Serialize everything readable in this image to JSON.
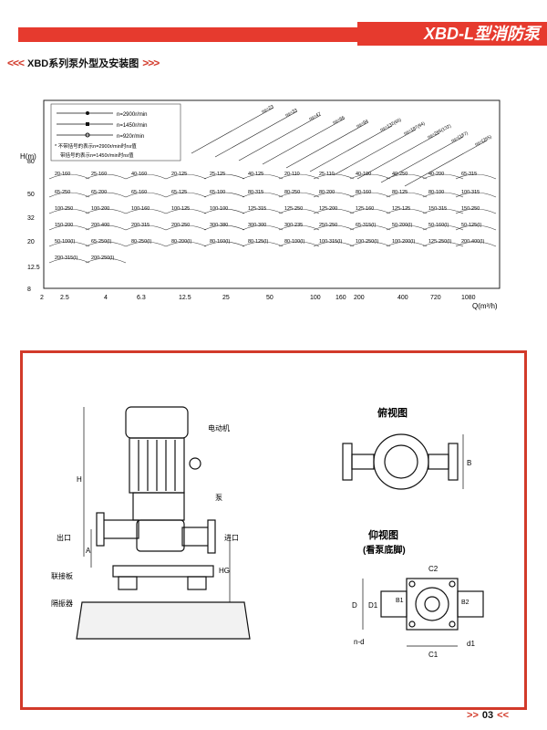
{
  "header": {
    "title": "XBD-L型消防泵"
  },
  "section": {
    "left_chevrons": "<<<",
    "title": "XBD系列泵外型及安装图",
    "right_chevrons": ">>>"
  },
  "chart_data": {
    "type": "line",
    "title": "",
    "xlabel": "Q(m³/h)",
    "ylabel": "H(m)",
    "x_ticks": [
      "2",
      "2.5",
      "4",
      "6.3",
      "12.5",
      "25",
      "50",
      "100",
      "160",
      "200",
      "400",
      "720",
      "1080"
    ],
    "y_ticks": [
      "8",
      "12.5",
      "20",
      "32",
      "50",
      "80"
    ],
    "legend": [
      {
        "name": "n=2900r/min"
      },
      {
        "name": "n=1450r/min"
      },
      {
        "name": "n=920r/min"
      }
    ],
    "notes": [
      "* 不带括号的表示n=2900r/min时ns值",
      "带括号的表示n=1450r/min时ns值"
    ],
    "ns_labels": [
      "ns=23",
      "ns=33",
      "ns=47",
      "ns=66",
      "ns=94",
      "ns=132(66)",
      "ns=187(94)",
      "ns=265(132)",
      "ns=(187)",
      "ns=(265)"
    ],
    "models": [
      "20-160",
      "25-160",
      "40-160",
      "20-125",
      "25-125",
      "40-125",
      "20-110",
      "25-110",
      "40-100",
      "40-250",
      "40-200",
      "65-315",
      "65-250",
      "65-200",
      "65-160",
      "65-125",
      "65-100",
      "80-315",
      "80-250",
      "80-200",
      "80-160",
      "80-125",
      "80-100",
      "100-315",
      "100-250",
      "100-200",
      "100-160",
      "100-125",
      "100-100",
      "125-315",
      "125-250",
      "125-200",
      "125-160",
      "125-125",
      "150-315",
      "150-250",
      "150-200",
      "200-400",
      "200-315",
      "200-250",
      "300-380",
      "300-300",
      "300-235",
      "250-250",
      "65-315(I)",
      "50-200(I)",
      "50-160(I)",
      "50-125(I)",
      "50-100(I)",
      "65-250(I)",
      "80-250(I)",
      "80-200(I)",
      "80-160(I)",
      "80-125(I)",
      "80-100(I)",
      "100-315(I)",
      "100-250(I)",
      "100-200(I)",
      "125-250(I)",
      "200-400(I)",
      "200-315(I)",
      "200-250(I)"
    ]
  },
  "drawing": {
    "motor_label": "电动机",
    "pump_label": "泵",
    "outlet_label": "出口",
    "inlet_label": "进口",
    "plate_label": "联接板",
    "base_label": "隔振器",
    "dim_H": "H",
    "dim_A": "A",
    "dim_HG": "HG",
    "top_view": "俯视图",
    "bottom_view": "仰视图",
    "bottom_view_sub": "(看泵底脚)",
    "dim_B": "B",
    "dim_C2": "C2",
    "dim_C1": "C1",
    "dim_D": "D",
    "dim_D1": "D1",
    "dim_B1": "B1",
    "dim_B2": "B2",
    "dim_nd": "n-d",
    "dim_d1": "d1"
  },
  "footer": {
    "page": "03",
    "left_chevrons": ">>",
    "right_chevrons": "<<"
  }
}
